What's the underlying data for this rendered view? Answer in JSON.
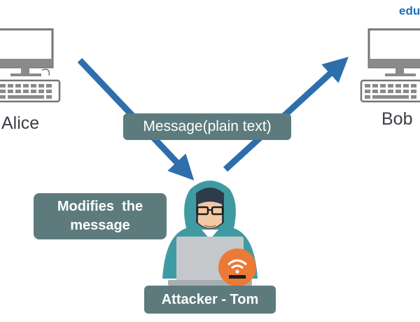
{
  "brand": {
    "text": "edu"
  },
  "nodes": {
    "alice": {
      "label": "Alice"
    },
    "bob": {
      "label": "Bob"
    }
  },
  "message_label": "Message(plain text)",
  "attacker_note": {
    "line1": "Modifies  the",
    "line2": "message"
  },
  "attacker_label": "Attacker - Tom",
  "colors": {
    "arrow": "#2d6fad",
    "pill": "#5d7b7d",
    "hood": "#3f9ba1",
    "laptop": "#c5c8cb",
    "badge": "#ea7a36",
    "pc_outline": "#757575"
  },
  "icons": [
    "desktop-computer-icon",
    "hacker-icon",
    "wifi-icon",
    "arrow-icon"
  ]
}
